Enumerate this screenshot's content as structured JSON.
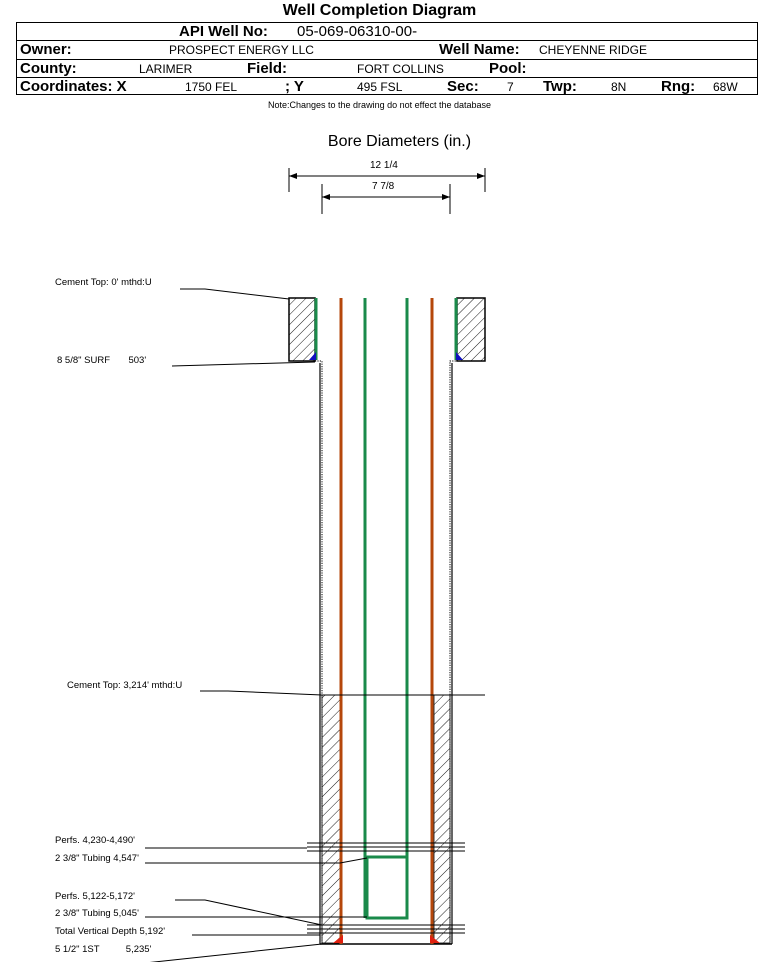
{
  "header": {
    "title": "Well Completion Diagram",
    "api_label": "API Well No:",
    "api_value": "05-069-06310-00-",
    "owner_label": "Owner:",
    "owner_value": "PROSPECT ENERGY LLC",
    "well_name_label": "Well Name:",
    "well_name_value": "CHEYENNE RIDGE",
    "county_label": "County:",
    "county_value": "LARIMER",
    "field_label": "Field:",
    "field_value": "FORT COLLINS",
    "pool_label": "Pool:",
    "pool_value": "",
    "coord_x_label": "Coordinates: X",
    "coord_x_value": "1750 FEL",
    "coord_y_label": "; Y",
    "coord_y_value": "495 FSL",
    "sec_label": "Sec:",
    "sec_value": "7",
    "twp_label": "Twp:",
    "twp_value": "8N",
    "rng_label": "Rng:",
    "rng_value": "68W"
  },
  "note": "Note:Changes to the drawing do not effect the database",
  "bore": {
    "title": "Bore Diameters (in.)",
    "outer": "12 1/4",
    "inner": "7 7/8"
  },
  "labels": {
    "cement_top_1": "Cement Top: 0' mthd:U",
    "surf_casing": "8 5/8\" SURF       503'",
    "cement_top_2": "Cement Top: 3,214' mthd:U",
    "perfs_1": "Perfs. 4,230-4,490'",
    "tubing_1": "2 3/8\" Tubing 4,547'",
    "perfs_2": "Perfs. 5,122-5,172'",
    "tubing_2": "2 3/8\" Tubing 5,045'",
    "tvd": "Total Vertical Depth 5,192'",
    "prod_casing": "5 1/2\" 1ST          5,235'"
  },
  "colors": {
    "casing_surface": "#1a8a4a",
    "casing_production": "#b5470b",
    "tubing": "#1a8a4a",
    "shoe_blue": "#1010c0",
    "shoe_red": "#e02010"
  }
}
